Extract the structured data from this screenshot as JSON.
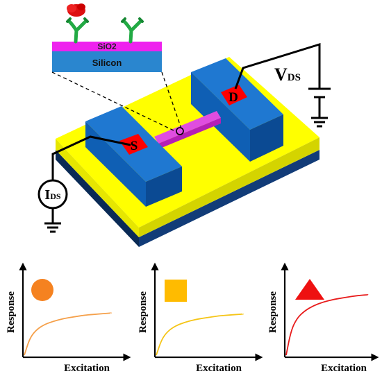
{
  "device": {
    "oxide_label": "SiO2",
    "substrate_label": "Silicon",
    "source_label": "S",
    "drain_label": "D",
    "voltage_label": {
      "main": "V",
      "sub": "DS"
    },
    "current_label": {
      "main": "I",
      "sub": "DS"
    }
  },
  "colors": {
    "substrate_top": "#ffff00",
    "substrate_side": "#e6e600",
    "base_front": "#0a2a55",
    "base_right": "#123c78",
    "pad_top": "#1f78d1",
    "pad_front": "#0f5fb4",
    "pad_side": "#0b4a93",
    "contact": "#ff0000",
    "channel": "#d633d6",
    "oxide_layer": "#ee22ee",
    "silicon_layer": "#2a86cf",
    "antibody": "#22aa44",
    "antigen": "#dd1111",
    "wire": "#000000"
  },
  "graphs": [
    {
      "ylabel": "Response",
      "xlabel": "Excitation",
      "marker": "circle",
      "marker_color": "#f58220",
      "curve_color": "#f5a04a",
      "response": [
        0.0,
        0.18,
        0.27,
        0.33,
        0.37,
        0.4,
        0.42,
        0.44,
        0.45,
        0.46
      ],
      "excitation": [
        0.0,
        0.06,
        0.13,
        0.22,
        0.33,
        0.45,
        0.58,
        0.72,
        0.86,
        1.0
      ]
    },
    {
      "ylabel": "Response",
      "xlabel": "Excitation",
      "marker": "square",
      "marker_color": "#ffbb00",
      "curve_color": "#f5c518",
      "response": [
        0.0,
        0.17,
        0.26,
        0.32,
        0.36,
        0.39,
        0.41,
        0.43,
        0.44,
        0.45
      ],
      "excitation": [
        0.0,
        0.06,
        0.13,
        0.22,
        0.33,
        0.45,
        0.58,
        0.72,
        0.86,
        1.0
      ]
    },
    {
      "ylabel": "Response",
      "xlabel": "Excitation",
      "marker": "triangle",
      "marker_color": "#ee1111",
      "curve_color": "#e81c1c",
      "response": [
        0.0,
        0.27,
        0.4,
        0.48,
        0.54,
        0.58,
        0.61,
        0.63,
        0.65,
        0.66
      ],
      "excitation": [
        0.0,
        0.06,
        0.13,
        0.22,
        0.33,
        0.45,
        0.58,
        0.72,
        0.86,
        1.0
      ]
    }
  ]
}
